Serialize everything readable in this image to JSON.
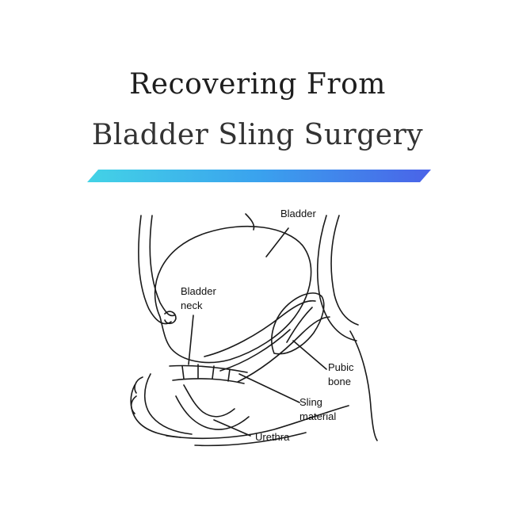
{
  "title": {
    "line1": "Recovering From",
    "line2": "Bladder Sling Surgery"
  },
  "accent_colors": [
    "#43d3e6",
    "#3aa2ee",
    "#4a63e8"
  ],
  "diagram": {
    "labels": {
      "bladder": "Bladder",
      "bladder_neck_1": "Bladder",
      "bladder_neck_2": "neck",
      "pubic_bone_1": "Pubic",
      "pubic_bone_2": "bone",
      "sling_material_1": "Sling",
      "sling_material_2": "material",
      "urethra": "Urethra"
    }
  }
}
